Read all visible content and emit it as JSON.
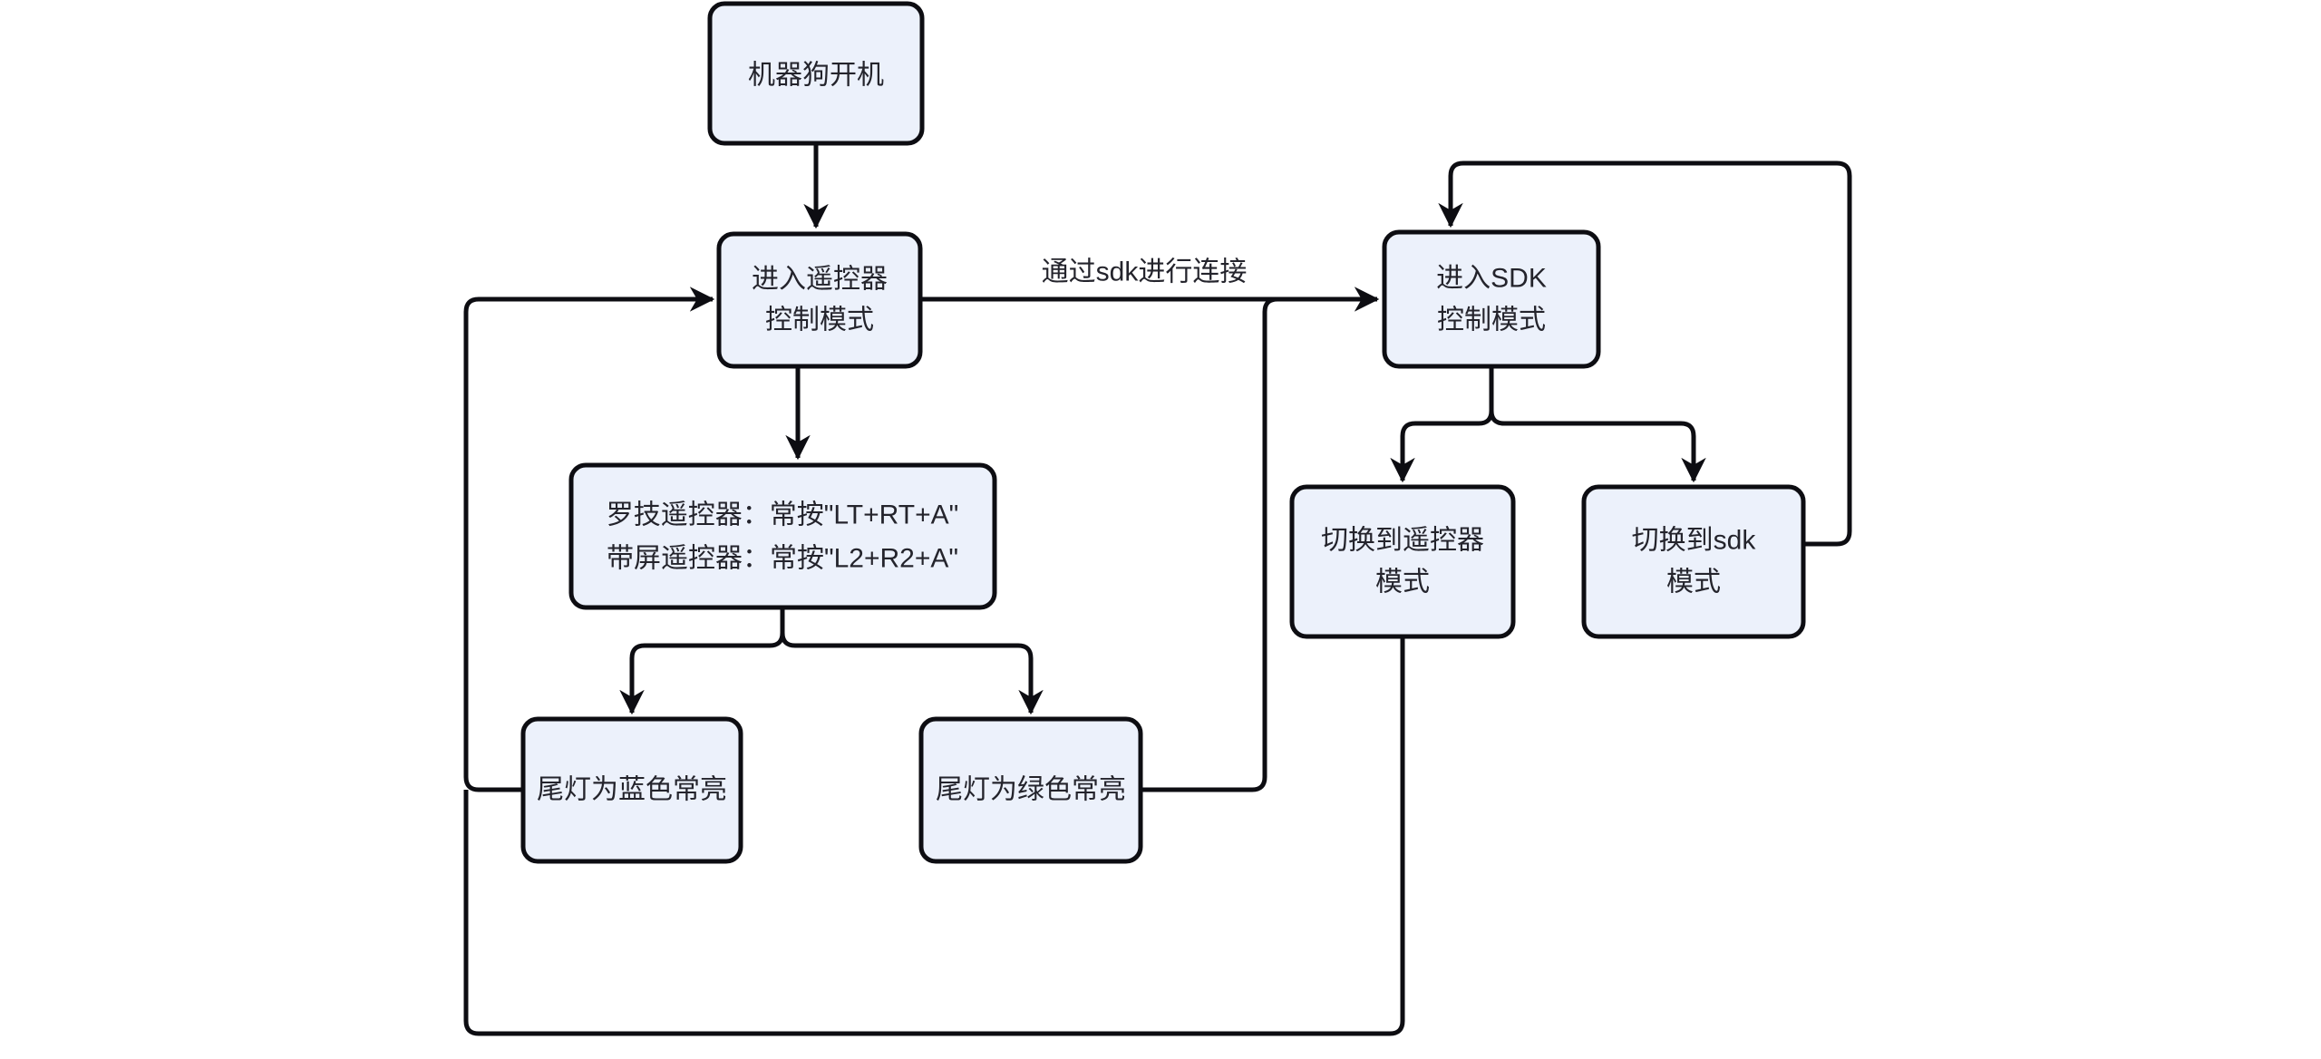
{
  "diagram": {
    "type": "flowchart",
    "direction": "top-down",
    "colors": {
      "background": "#ffffff",
      "node_fill": "#ecf1fb",
      "node_stroke": "#0d0d12",
      "edge_color": "#0d0d12",
      "text_color": "#24242c"
    },
    "nodes": {
      "power_on": {
        "lines": [
          "机器狗开机"
        ]
      },
      "rc_mode": {
        "lines": [
          "进入遥控器",
          "控制模式"
        ]
      },
      "sdk_mode": {
        "lines": [
          "进入SDK",
          "控制模式"
        ]
      },
      "press_combo": {
        "lines": [
          "罗技遥控器：常按\"LT+RT+A\"",
          "带屏遥控器：常按\"L2+R2+A\""
        ]
      },
      "blue_light": {
        "lines": [
          "尾灯为蓝色常亮"
        ]
      },
      "green_light": {
        "lines": [
          "尾灯为绿色常亮"
        ]
      },
      "to_rc": {
        "lines": [
          "切换到遥控器",
          "模式"
        ]
      },
      "to_sdk": {
        "lines": [
          "切换到sdk",
          "模式"
        ]
      }
    },
    "edge_labels": {
      "sdk_connect": "通过sdk进行连接"
    },
    "edges": [
      {
        "from": "power_on",
        "to": "rc_mode",
        "label": ""
      },
      {
        "from": "rc_mode",
        "to": "sdk_mode",
        "label": "通过sdk进行连接"
      },
      {
        "from": "rc_mode",
        "to": "press_combo",
        "label": ""
      },
      {
        "from": "press_combo",
        "to": "blue_light",
        "label": ""
      },
      {
        "from": "press_combo",
        "to": "green_light",
        "label": ""
      },
      {
        "from": "blue_light",
        "to": "rc_mode",
        "label": ""
      },
      {
        "from": "green_light",
        "to": "sdk_mode",
        "label": ""
      },
      {
        "from": "sdk_mode",
        "to": "to_rc",
        "label": ""
      },
      {
        "from": "sdk_mode",
        "to": "to_sdk",
        "label": ""
      },
      {
        "from": "to_rc",
        "to": "rc_mode",
        "label": ""
      },
      {
        "from": "to_sdk",
        "to": "sdk_mode",
        "label": ""
      }
    ]
  }
}
